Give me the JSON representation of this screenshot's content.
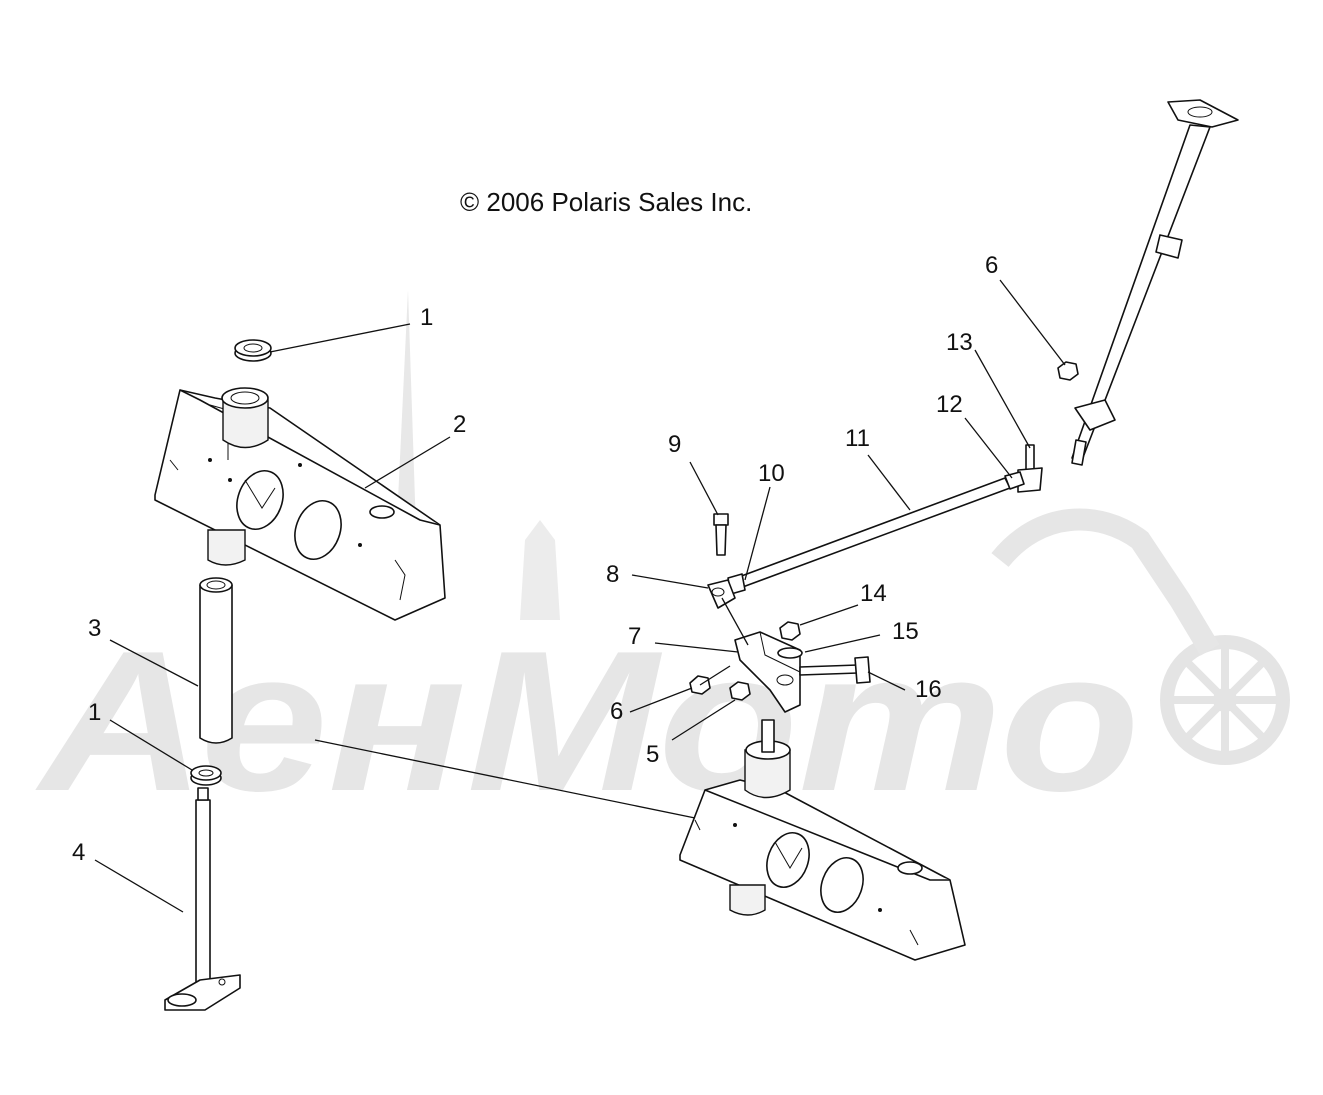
{
  "copyright": "© 2006 Polaris Sales Inc.",
  "watermark": "АенМото",
  "callouts": [
    {
      "id": "c1a",
      "text": "1"
    },
    {
      "id": "c2",
      "text": "2"
    },
    {
      "id": "c3",
      "text": "3"
    },
    {
      "id": "c1b",
      "text": "1"
    },
    {
      "id": "c4",
      "text": "4"
    },
    {
      "id": "c9",
      "text": "9"
    },
    {
      "id": "c10",
      "text": "10"
    },
    {
      "id": "c11",
      "text": "11"
    },
    {
      "id": "c12",
      "text": "12"
    },
    {
      "id": "c13",
      "text": "13"
    },
    {
      "id": "c6a",
      "text": "6"
    },
    {
      "id": "c8",
      "text": "8"
    },
    {
      "id": "c7",
      "text": "7"
    },
    {
      "id": "c14",
      "text": "14"
    },
    {
      "id": "c15",
      "text": "15"
    },
    {
      "id": "c16",
      "text": "16"
    },
    {
      "id": "c6b",
      "text": "6"
    },
    {
      "id": "c5",
      "text": "5"
    }
  ]
}
